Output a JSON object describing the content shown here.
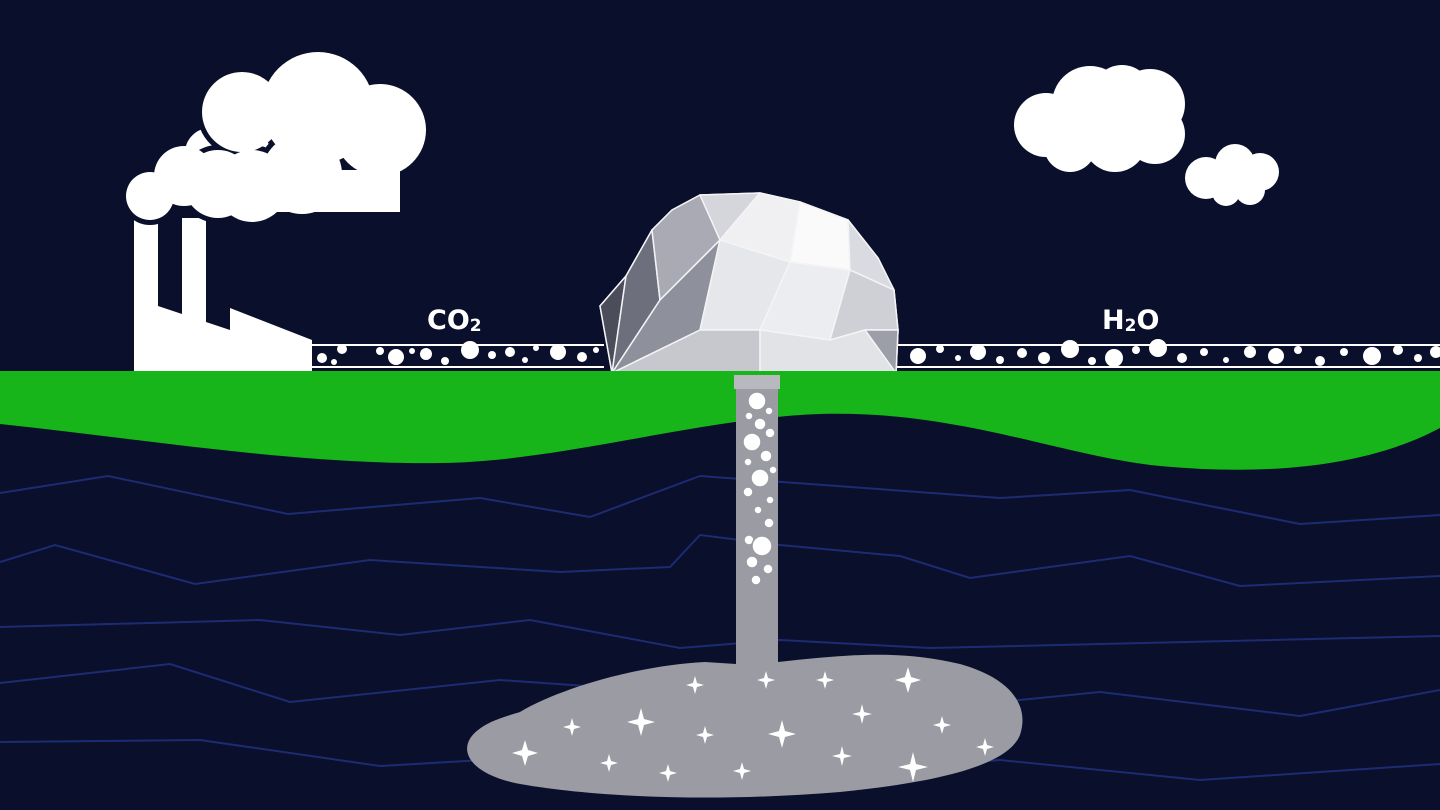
{
  "labels": {
    "left_pipe": {
      "base": "CO",
      "sub": "2"
    },
    "right_pipe": {
      "base": "H",
      "sub": "2",
      "tail": "O"
    }
  },
  "colors": {
    "sky": "#0a0f2b",
    "ground": "#17b51a",
    "pipe_fill": "#ffffff",
    "rock_layer_lines": "#1d2b73",
    "reservoir": "#9a9ba3",
    "shaft": "#9a9ba3",
    "dome_light": "#e9eaed",
    "dome_dark": "#5d5f6b"
  },
  "icons": {
    "factory": "factory-icon",
    "smoke": "cloud-icon",
    "dome": "geodesic-dome-icon",
    "sparkle": "sparkle-icon"
  }
}
